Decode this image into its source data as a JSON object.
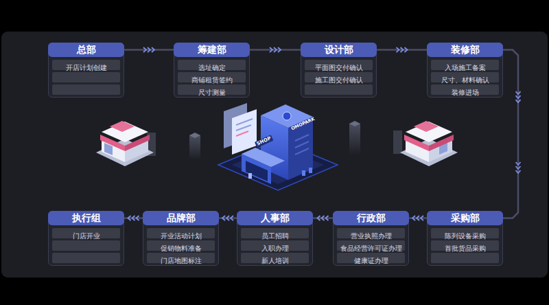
{
  "diagram": {
    "nodes": [
      {
        "text": [
          "总部"
        ]
      },
      {
        "text": [
          "开店计划创建"
        ],
        "in": 0
      },
      {
        "text": [
          "筹建部"
        ]
      },
      {
        "text": [
          "选址确定"
        ],
        "in": 2
      },
      {
        "text": [
          "商铺租赁签约"
        ],
        "in": 2
      },
      {
        "text": [
          "尺寸测量"
        ],
        "in": 2
      },
      {
        "text": [
          "设计部"
        ]
      },
      {
        "text": [
          "平面图交付确认"
        ],
        "in": 6
      },
      {
        "text": [
          "施工图交付确认"
        ],
        "in": 6
      },
      {
        "text": [
          "装修部"
        ]
      },
      {
        "text": [
          "入场施工备案"
        ],
        "in": 9
      },
      {
        "text": [
          "尺寸、材料确认"
        ],
        "in": 9
      },
      {
        "text": [
          "装修进场"
        ],
        "in": 9
      },
      {
        "text": [
          "执行组"
        ]
      },
      {
        "text": [
          "门店开业"
        ],
        "in": 13
      },
      {
        "text": [
          "品牌部"
        ]
      },
      {
        "text": [
          "开业活动计划"
        ],
        "in": 15
      },
      {
        "text": [
          "促销物料准备"
        ],
        "in": 15
      },
      {
        "text": [
          "门店地图标注"
        ],
        "in": 15
      },
      {
        "text": [
          "人事部"
        ]
      },
      {
        "text": [
          "员工招聘"
        ],
        "in": 19
      },
      {
        "text": [
          "入职办理"
        ],
        "in": 19
      },
      {
        "text": [
          "新人培训"
        ],
        "in": 19
      },
      {
        "text": [
          "行政部"
        ]
      },
      {
        "text": [
          "营业执照办理"
        ],
        "in": 23
      },
      {
        "text": [
          "食品经营许可证办理"
        ],
        "in": 23
      },
      {
        "text": [
          "健康证办理"
        ],
        "in": 23
      },
      {
        "text": [
          "采购部"
        ]
      },
      {
        "text": [
          "陈列设备采购"
        ],
        "in": 27
      },
      {
        "text": [
          "首批货品采购"
        ],
        "in": 27
      }
    ],
    "edges": [
      {
        "from": 0,
        "to": 2,
        "arrow": "to"
      },
      {
        "from": 2,
        "to": 6,
        "arrow": "to"
      },
      {
        "from": 6,
        "to": 9,
        "arrow": "to"
      },
      {
        "from": 9,
        "to": 27,
        "arrow": "to"
      },
      {
        "from": 27,
        "to": 23,
        "arrow": "to"
      },
      {
        "from": 23,
        "to": 19,
        "arrow": "to"
      },
      {
        "from": 19,
        "to": 15,
        "arrow": "to"
      },
      {
        "from": 15,
        "to": 13,
        "arrow": "to"
      }
    ],
    "labels": [
      "SHOP",
      "OMOPARK"
    ]
  }
}
